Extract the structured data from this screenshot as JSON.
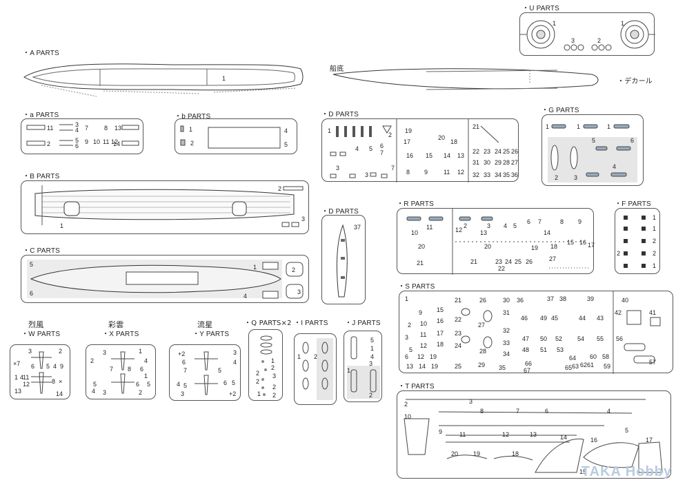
{
  "labels": {
    "a_parts": "・A PARTS",
    "a_small": "・a PARTS",
    "b_small": "・b PARTS",
    "b_parts": "・B PARTS",
    "c_parts": "・C PARTS",
    "d_parts1": "・D PARTS",
    "d_parts2": "・D PARTS",
    "g_parts": "・G PARTS",
    "r_parts": "・R PARTS",
    "f_parts": "・F PARTS",
    "s_parts": "・S PARTS",
    "t_parts": "・T PARTS",
    "u_parts": "・U PARTS",
    "hull_bottom": "船底",
    "decal": "・デカール",
    "q_parts": "・Q PARTS×2",
    "i_parts": "・I PARTS",
    "j_parts": "・J PARTS",
    "w_name": "烈風",
    "w_parts": "・W PARTS",
    "x_name": "彩雲",
    "x_parts": "・X PARTS",
    "y_name": "流星",
    "y_parts": "・Y PARTS"
  },
  "watermark": "TAKA Hobby"
}
